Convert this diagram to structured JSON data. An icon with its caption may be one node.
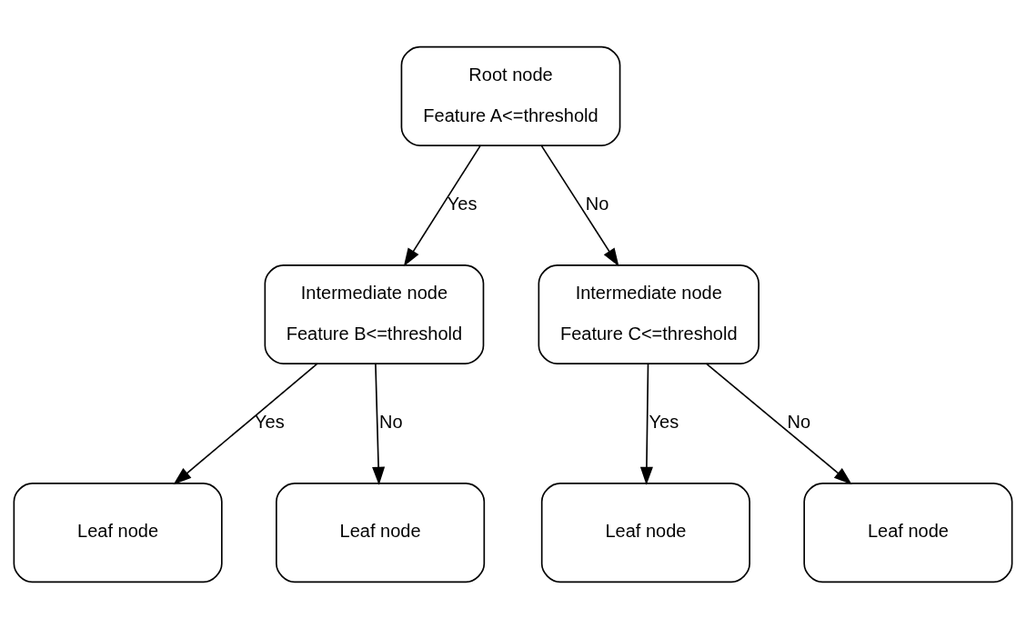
{
  "diagram": {
    "nodes": [
      {
        "text": [
          "Root node",
          "Feature A<=threshold"
        ]
      },
      {
        "text": [
          "Intermediate node",
          "Feature B<=threshold"
        ]
      },
      {
        "text": [
          "Intermediate node",
          "Feature C<=threshold"
        ]
      },
      {
        "text": [
          "Leaf node"
        ]
      },
      {
        "text": [
          "Leaf node"
        ]
      },
      {
        "text": [
          "Leaf node"
        ]
      },
      {
        "text": [
          "Leaf node"
        ]
      }
    ],
    "edges": [
      {
        "from": 0,
        "to": 1,
        "arrow": "to",
        "label": "Yes"
      },
      {
        "from": 0,
        "to": 2,
        "arrow": "to",
        "label": "No"
      },
      {
        "from": 1,
        "to": 3,
        "arrow": "to",
        "label": "Yes"
      },
      {
        "from": 1,
        "to": 4,
        "arrow": "to",
        "label": "No"
      },
      {
        "from": 2,
        "to": 5,
        "arrow": "to",
        "label": "Yes"
      },
      {
        "from": 2,
        "to": 6,
        "arrow": "to",
        "label": "No"
      }
    ]
  }
}
